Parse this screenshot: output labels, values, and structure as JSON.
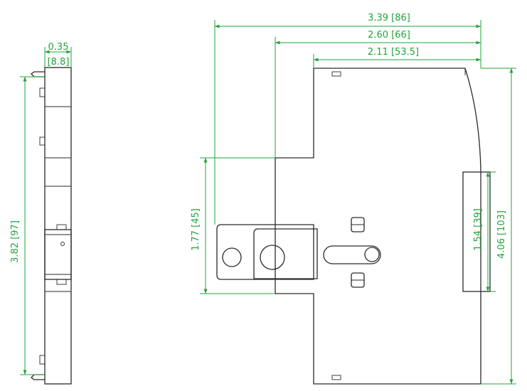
{
  "drawing": {
    "line_color": "#2a2a2a",
    "dimension_color": "#22a33a",
    "dimensions": {
      "side_depth": {
        "in": "0.35",
        "mm": "[8.8]"
      },
      "side_height": {
        "label": "3.82 [97]"
      },
      "overall_width": {
        "label": "3.39 [86]"
      },
      "width_to_handle": {
        "label": "2.60 [66]"
      },
      "body_width": {
        "label": "2.11 [53.5]"
      },
      "handle_height": {
        "label": "1.77 [45]"
      },
      "window_height": {
        "label": "1.54 [39]"
      },
      "overall_height": {
        "label": "4.06 [103]"
      }
    }
  }
}
